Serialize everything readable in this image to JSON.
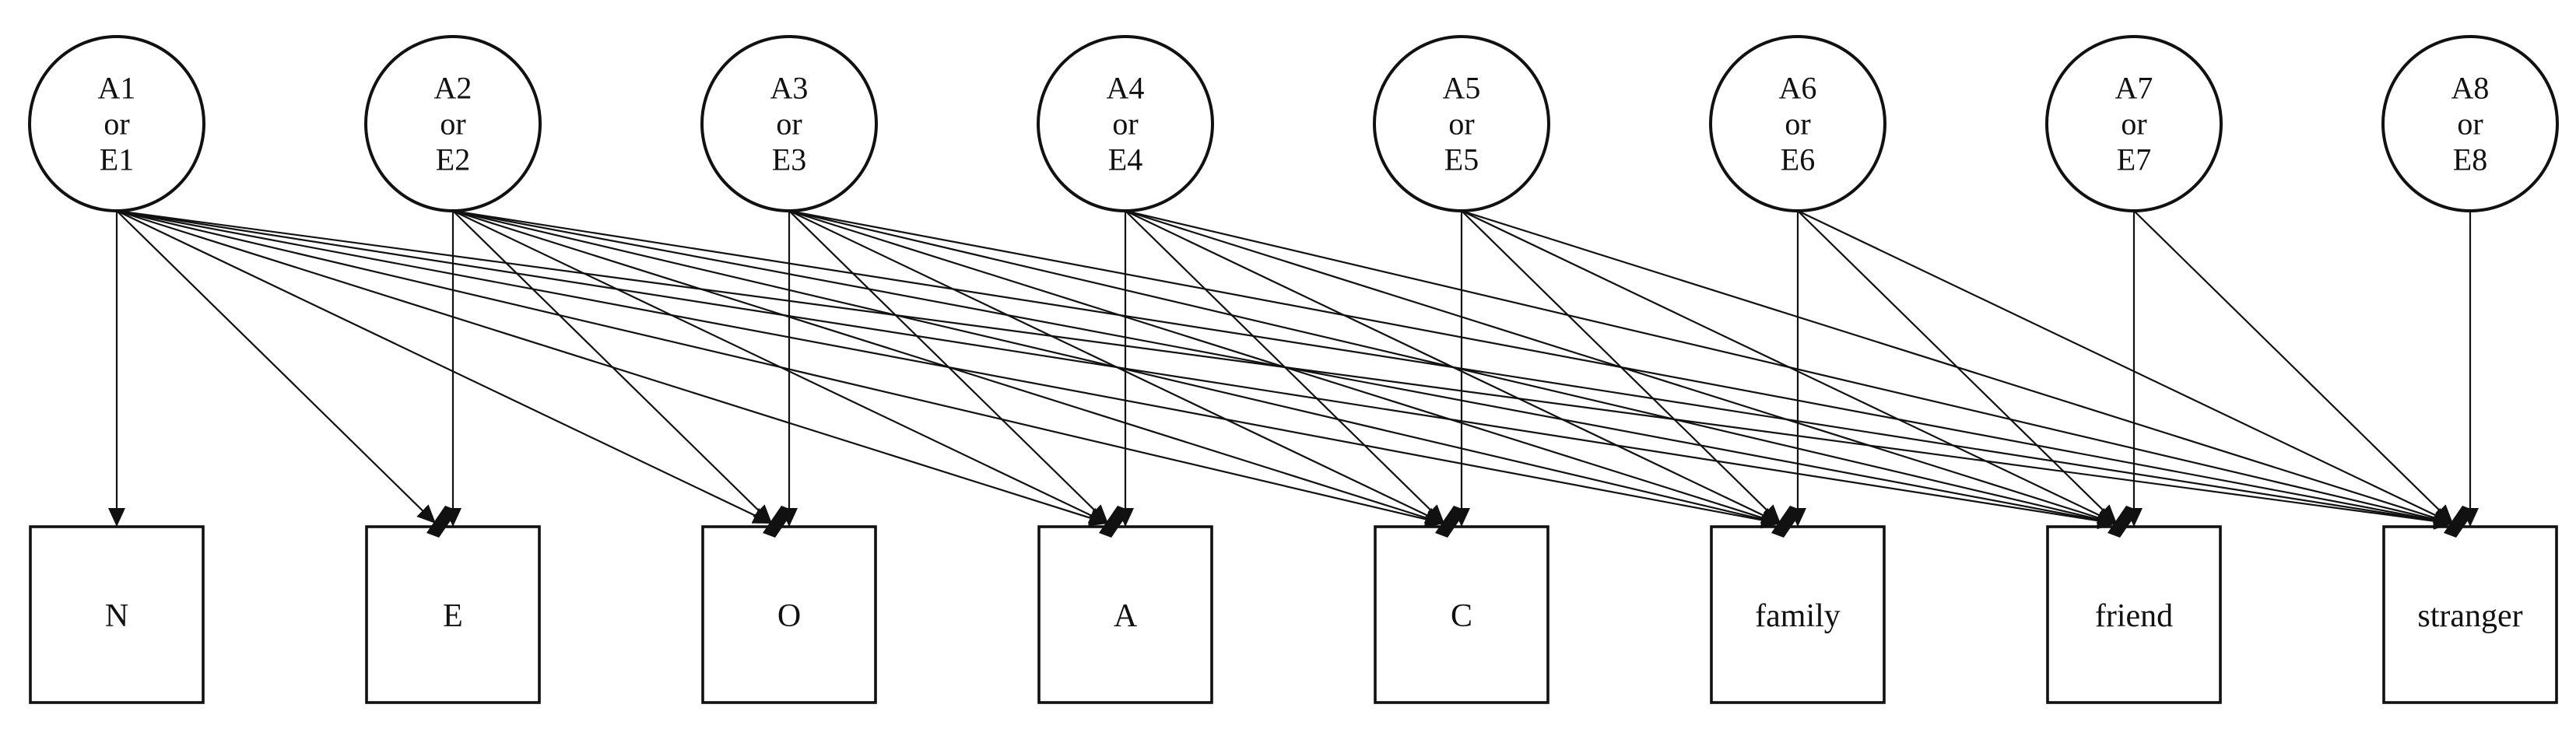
{
  "diagram": {
    "type": "path-diagram-cholesky",
    "background_color": "#ffffff",
    "stroke_color": "#111111",
    "latent_nodes": [
      {
        "id": "AE1",
        "label_lines": [
          "A1",
          "or",
          "E1"
        ]
      },
      {
        "id": "AE2",
        "label_lines": [
          "A2",
          "or",
          "E2"
        ]
      },
      {
        "id": "AE3",
        "label_lines": [
          "A3",
          "or",
          "E3"
        ]
      },
      {
        "id": "AE4",
        "label_lines": [
          "A4",
          "or",
          "E4"
        ]
      },
      {
        "id": "AE5",
        "label_lines": [
          "A5",
          "or",
          "E5"
        ]
      },
      {
        "id": "AE6",
        "label_lines": [
          "A6",
          "or",
          "E6"
        ]
      },
      {
        "id": "AE7",
        "label_lines": [
          "A7",
          "or",
          "E7"
        ]
      },
      {
        "id": "AE8",
        "label_lines": [
          "A8",
          "or",
          "E8"
        ]
      }
    ],
    "observed_nodes": [
      {
        "id": "N",
        "label": "N"
      },
      {
        "id": "E",
        "label": "E"
      },
      {
        "id": "O",
        "label": "O"
      },
      {
        "id": "A",
        "label": "A"
      },
      {
        "id": "C",
        "label": "C"
      },
      {
        "id": "family",
        "label": "family"
      },
      {
        "id": "friend",
        "label": "friend"
      },
      {
        "id": "stranger",
        "label": "stranger"
      }
    ],
    "edges": [
      {
        "from": "AE1",
        "to": [
          "N",
          "E",
          "O",
          "A",
          "C",
          "family",
          "friend",
          "stranger"
        ]
      },
      {
        "from": "AE2",
        "to": [
          "E",
          "O",
          "A",
          "C",
          "family",
          "friend",
          "stranger"
        ]
      },
      {
        "from": "AE3",
        "to": [
          "O",
          "A",
          "C",
          "family",
          "friend",
          "stranger"
        ]
      },
      {
        "from": "AE4",
        "to": [
          "A",
          "C",
          "family",
          "friend",
          "stranger"
        ]
      },
      {
        "from": "AE5",
        "to": [
          "C",
          "family",
          "friend",
          "stranger"
        ]
      },
      {
        "from": "AE6",
        "to": [
          "family",
          "friend",
          "stranger"
        ]
      },
      {
        "from": "AE7",
        "to": [
          "friend",
          "stranger"
        ]
      },
      {
        "from": "AE8",
        "to": [
          "stranger"
        ]
      }
    ]
  }
}
